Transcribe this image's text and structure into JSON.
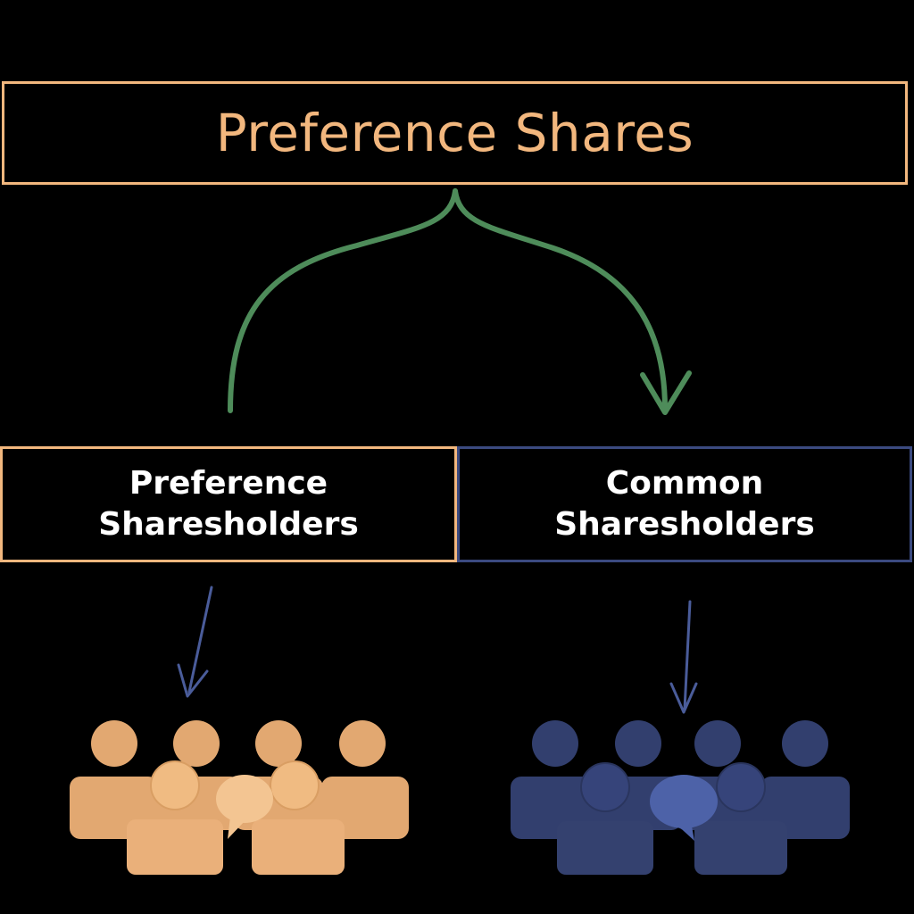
{
  "diagram": {
    "title": "Preference Shares",
    "left_node": {
      "label_line1": "Preference",
      "label_line2": "Sharesholders"
    },
    "right_node": {
      "label_line1": "Common",
      "label_line2": "Sharesholders"
    }
  },
  "colors": {
    "background": "#000000",
    "accent_orange": "#f2b77e",
    "group_orange": "#e2a871",
    "accent_navy": "#3b4a80",
    "group_navy": "#323f6e",
    "connector_green": "#4e8c5a",
    "arrow_blue": "#4a5c9a"
  },
  "icons": {
    "left_group": "people-group-icon",
    "right_group": "people-group-icon",
    "speech": "speech-bubble-icon"
  }
}
